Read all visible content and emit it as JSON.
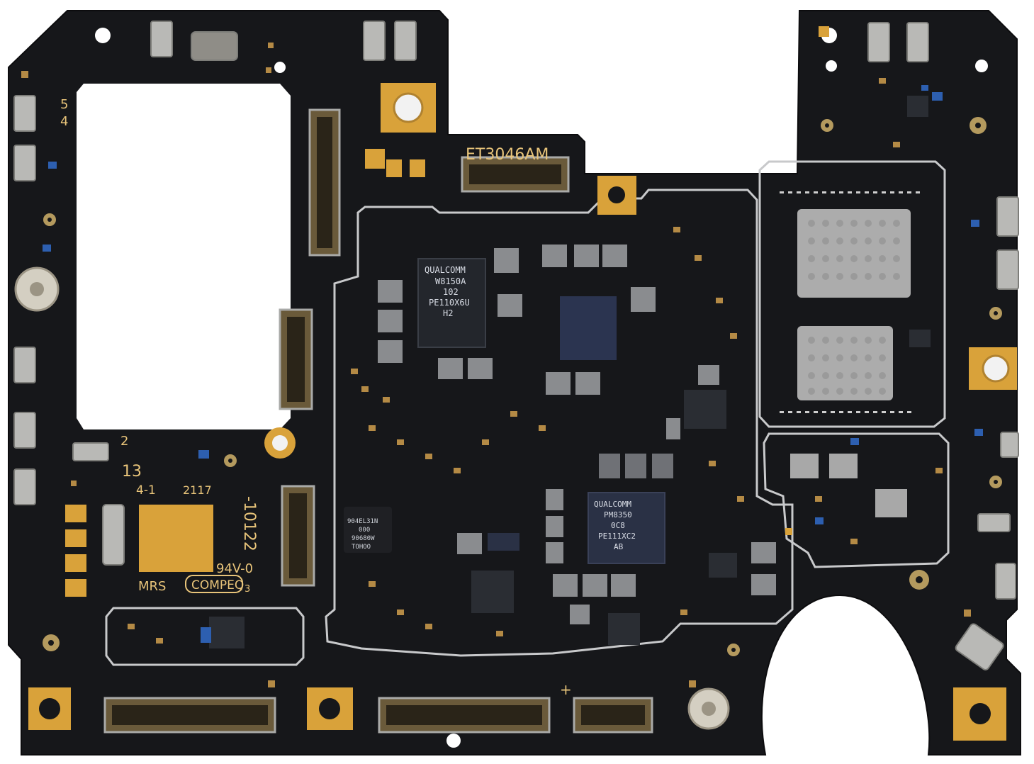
{
  "image": {
    "description_tag": "pcb-board",
    "background": "#ffffff"
  },
  "colors": {
    "board": "#16171a",
    "gold": "#d9a23a",
    "silk": "#e8c47a",
    "shield": "#c9cbcc",
    "component": "#8a8c8f",
    "chip": "#2a2f3a"
  },
  "silkscreen": {
    "label_model": "ET3046AM",
    "label_5": "5",
    "label_4": "4",
    "label_2": "2",
    "label_13": "13",
    "label_4_1": "4-1",
    "label_2117": "2117",
    "label_10122": "-10122",
    "label_94v0": "94V-0",
    "label_mrs": "MRS",
    "label_compeq": "COMPEQ",
    "label_3": "3",
    "label_plus": "+"
  },
  "chips": {
    "qualcomm1": {
      "line1": "QUALCOMM",
      "line2": "W8150A",
      "line3": "102",
      "line4": "PE110X6U",
      "line5": "H2"
    },
    "qualcomm2": {
      "line1": "QUALCOMM",
      "line2": "PM8350",
      "line3": "0C8",
      "line4": "PE111XC2",
      "line5": "AB"
    },
    "small_chip": {
      "line1": "904EL31N",
      "line2": "000",
      "line3": "90680W",
      "line4": "TOHOO"
    }
  }
}
